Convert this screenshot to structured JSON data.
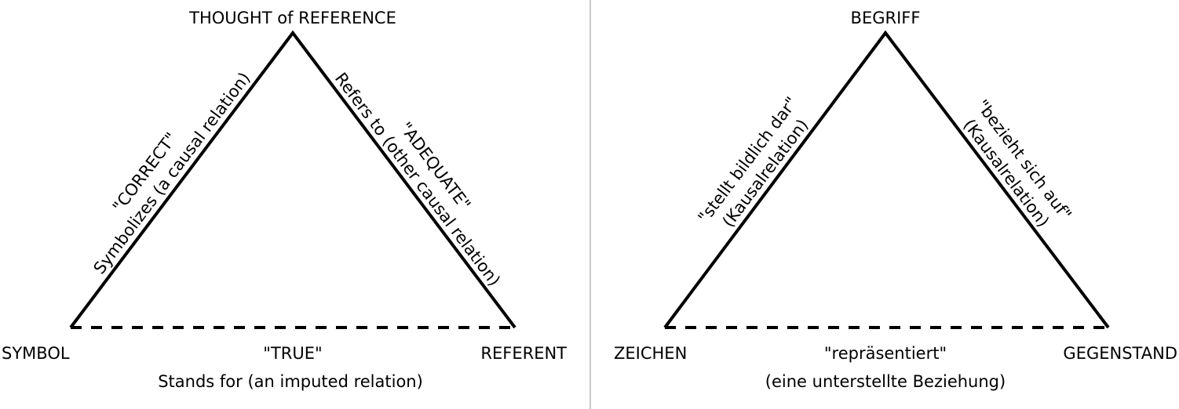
{
  "left": {
    "apex": "THOUGHT of REFERENCE",
    "left_corner": "SYMBOL",
    "right_corner": "REFERENT",
    "left_edge": [
      "\"CORRECT\"",
      "Symbolizes (a causal relation)"
    ],
    "right_edge": [
      "\"ADEQUATE\"",
      "Refers to (other causal relation)"
    ],
    "base": [
      "\"TRUE\"",
      "Stands for (an imputed relation)"
    ]
  },
  "right": {
    "apex": "BEGRIFF",
    "left_corner": "ZEICHEN",
    "right_corner": "GEGENSTAND",
    "left_edge": [
      "\"stellt bildlich dar\"",
      "(Kausalrelation)"
    ],
    "right_edge": [
      "\"bezieht sich auf\"",
      "(Kausalrelation)"
    ],
    "base": [
      "\"repräsentiert\"",
      "(eine unterstellte Beziehung)"
    ]
  }
}
